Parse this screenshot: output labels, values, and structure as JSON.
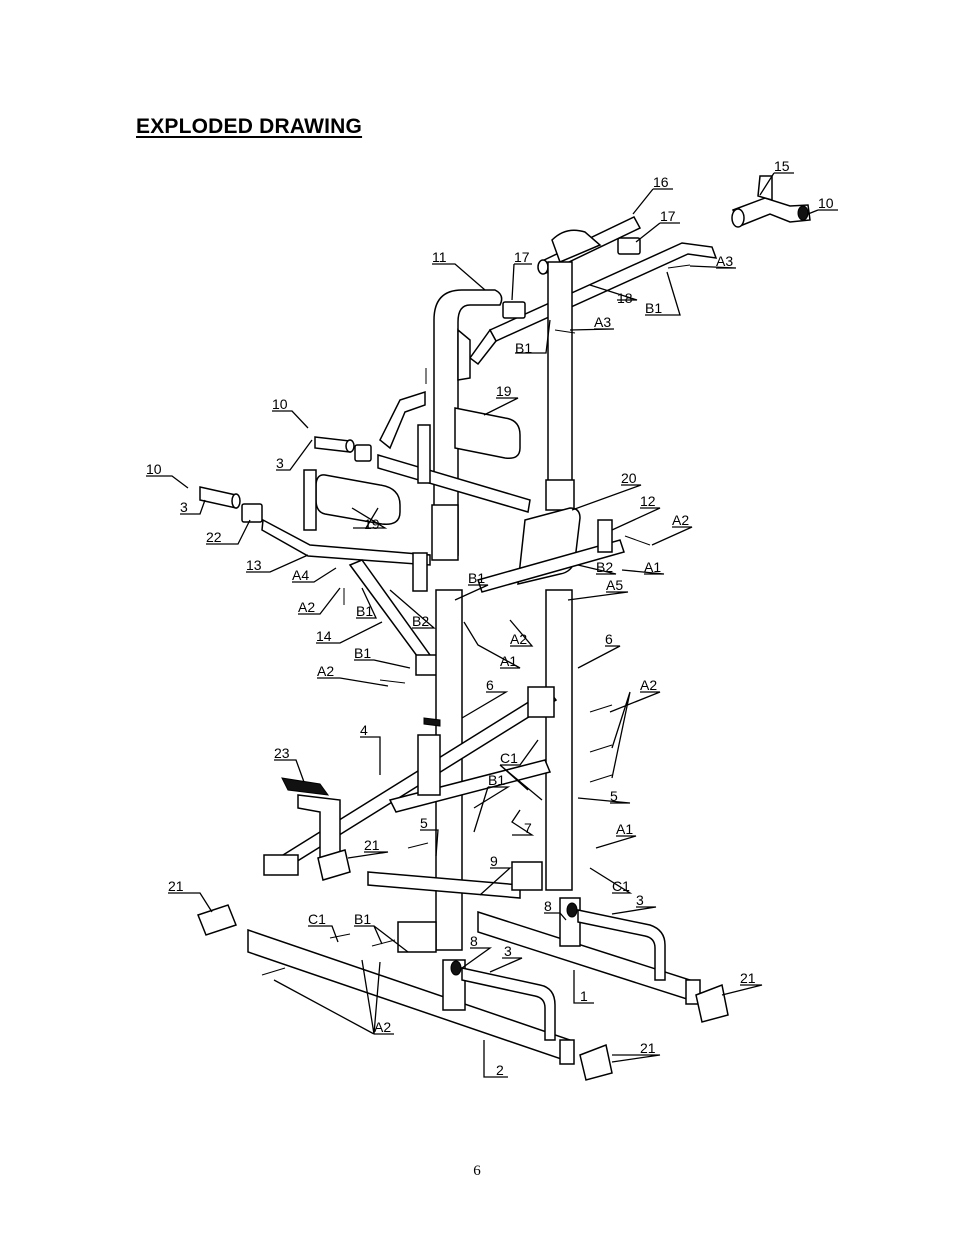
{
  "title": "EXPLODED DRAWING",
  "page_number": "6",
  "callouts": [
    {
      "label": "15"
    },
    {
      "label": "16"
    },
    {
      "label": "10"
    },
    {
      "label": "17"
    },
    {
      "label": "11"
    },
    {
      "label": "17"
    },
    {
      "label": "A3"
    },
    {
      "label": "18"
    },
    {
      "label": "B1"
    },
    {
      "label": "A3"
    },
    {
      "label": "B1"
    },
    {
      "label": "19"
    },
    {
      "label": "10"
    },
    {
      "label": "3"
    },
    {
      "label": "10"
    },
    {
      "label": "3"
    },
    {
      "label": "19"
    },
    {
      "label": "22"
    },
    {
      "label": "20"
    },
    {
      "label": "12"
    },
    {
      "label": "A2"
    },
    {
      "label": "13"
    },
    {
      "label": "A4"
    },
    {
      "label": "B1"
    },
    {
      "label": "B2"
    },
    {
      "label": "A1"
    },
    {
      "label": "A5"
    },
    {
      "label": "A2"
    },
    {
      "label": "B1"
    },
    {
      "label": "B2"
    },
    {
      "label": "A2"
    },
    {
      "label": "14"
    },
    {
      "label": "A1"
    },
    {
      "label": "6"
    },
    {
      "label": "B1"
    },
    {
      "label": "A2"
    },
    {
      "label": "6"
    },
    {
      "label": "A2"
    },
    {
      "label": "4"
    },
    {
      "label": "23"
    },
    {
      "label": "C1"
    },
    {
      "label": "B1"
    },
    {
      "label": "5"
    },
    {
      "label": "7"
    },
    {
      "label": "5"
    },
    {
      "label": "A1"
    },
    {
      "label": "21"
    },
    {
      "label": "9"
    },
    {
      "label": "C1"
    },
    {
      "label": "3"
    },
    {
      "label": "21"
    },
    {
      "label": "8"
    },
    {
      "label": "C1"
    },
    {
      "label": "B1"
    },
    {
      "label": "8"
    },
    {
      "label": "3"
    },
    {
      "label": "1"
    },
    {
      "label": "21"
    },
    {
      "label": "A2"
    },
    {
      "label": "2"
    },
    {
      "label": "21"
    }
  ]
}
